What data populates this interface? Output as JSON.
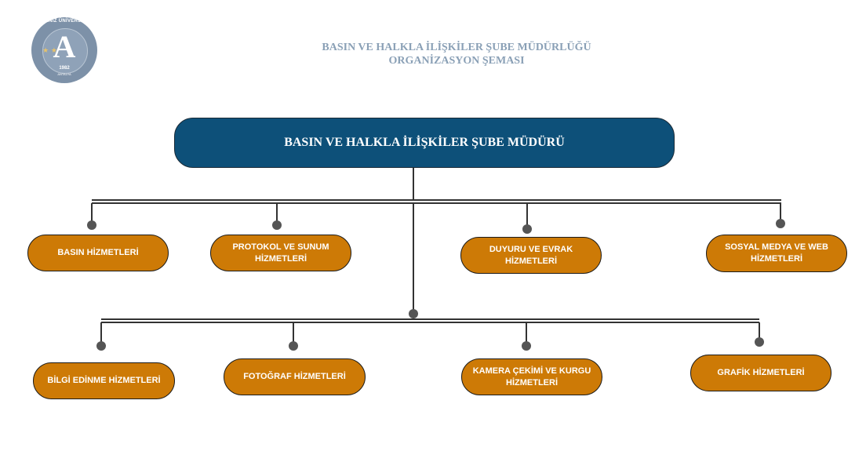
{
  "header": {
    "logo_ring_text": "AKDENİZ ÜNİVERSİTESİ",
    "logo_letter": "A",
    "logo_year": "1982",
    "logo_city": "ANTALYA",
    "title_line1": "BASIN VE HALKLA İLİŞKİLER ŞUBE MÜDÜRLÜĞÜ",
    "title_line2": "ORGANİZASYON ŞEMASI"
  },
  "chart": {
    "head": "BASIN VE HALKLA İLİŞKİLER ŞUBE MÜDÜRÜ",
    "row1": [
      "BASIN HİZMETLERİ",
      "PROTOKOL VE SUNUM HİZMETLERİ",
      "DUYURU VE EVRAK HİZMETLERİ",
      "SOSYAL MEDYA VE WEB HİZMETLERİ"
    ],
    "row2": [
      "BİLGİ EDİNME HİZMETLERİ",
      "FOTOĞRAF HİZMETLERİ",
      "KAMERA ÇEKİMİ VE KURGU HİZMETLERİ",
      "GRAFİK HİZMETLERİ"
    ]
  },
  "colors": {
    "head_fill": "#0d5079",
    "box_fill": "#cd7a06",
    "title_text": "#8aa0b6",
    "connector": "#333333"
  }
}
